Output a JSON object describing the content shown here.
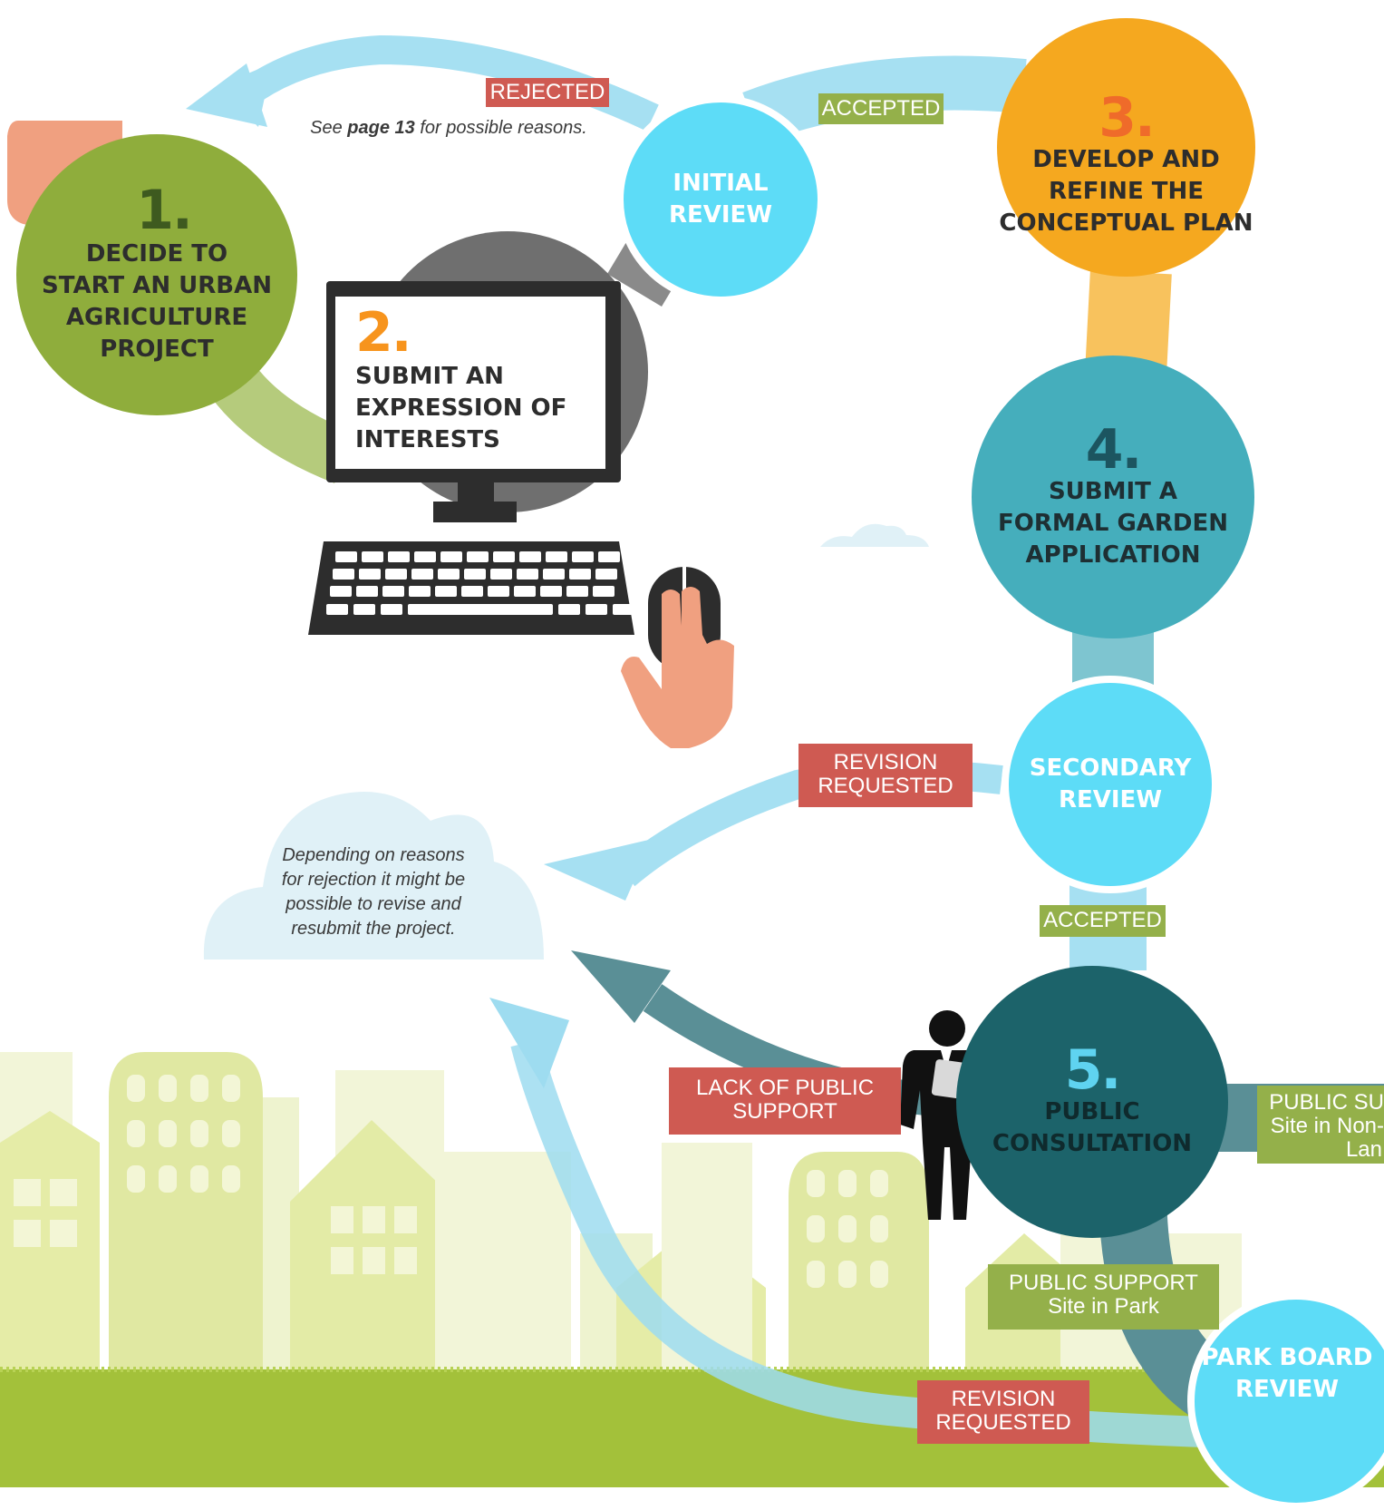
{
  "steps": [
    {
      "number": "1.",
      "title": [
        "DECIDE TO",
        "START AN URBAN",
        "AGRICULTURE",
        "PROJECT"
      ]
    },
    {
      "number": "2.",
      "title": [
        "SUBMIT AN",
        "EXPRESSION OF",
        "INTERESTS"
      ]
    },
    {
      "number": "3.",
      "title": [
        "DEVELOP AND",
        "REFINE THE",
        "CONCEPTUAL PLAN"
      ]
    },
    {
      "number": "4.",
      "title": [
        "SUBMIT A",
        "FORMAL GARDEN",
        "APPLICATION"
      ]
    },
    {
      "number": "5.",
      "title": [
        "PUBLIC",
        "CONSULTATION"
      ]
    }
  ],
  "reviews": {
    "initial": [
      "INITIAL",
      "REVIEW"
    ],
    "secondary": [
      "SECONDARY",
      "REVIEW"
    ],
    "park_board": [
      "PARK BOARD",
      "REVIEW"
    ]
  },
  "labels": {
    "rejected": "REJECTED",
    "rejected_note_prefix": "See ",
    "rejected_note_page": "page 13",
    "rejected_note_suffix": " for possible reasons.",
    "accepted_top": "ACCEPTED",
    "revision_requested_1": [
      "REVISION",
      "REQUESTED"
    ],
    "accepted_mid": "ACCEPTED",
    "lack_support": [
      "LACK OF PUBLIC",
      "SUPPORT"
    ],
    "public_support_nonpark": [
      "PUBLIC SU",
      "Site in Non-",
      "Lan"
    ],
    "public_support_park": [
      "PUBLIC SUPPORT",
      "Site in Park"
    ],
    "revision_requested_2": [
      "REVISION",
      "REQUESTED"
    ]
  },
  "cloud_note": [
    "Depending on reasons",
    "for rejection it might be",
    "possible to revise and",
    "resubmit the project."
  ],
  "colors": {
    "step1": "#8fad3c",
    "step2_number": "#f7941d",
    "step3": "#f5a81f",
    "step3_number": "#ef6b2a",
    "step4": "#45aebc",
    "step5": "#1c636a",
    "step5_number": "#5fd3f0",
    "review": "#5ddcf7",
    "arrow_light": "#9edcf0",
    "arrow_dark": "#5a8f96",
    "red_tag": "#cf5a52",
    "green_tag": "#94b04a",
    "grass": "#a3c13a",
    "building": "#e3eba6"
  },
  "icons": [
    "pointing-hand-icon",
    "computer-monitor-icon",
    "keyboard-icon",
    "mouse-hand-icon",
    "person-with-clipboard-icon",
    "cloud-icon",
    "city-skyline-icon"
  ]
}
